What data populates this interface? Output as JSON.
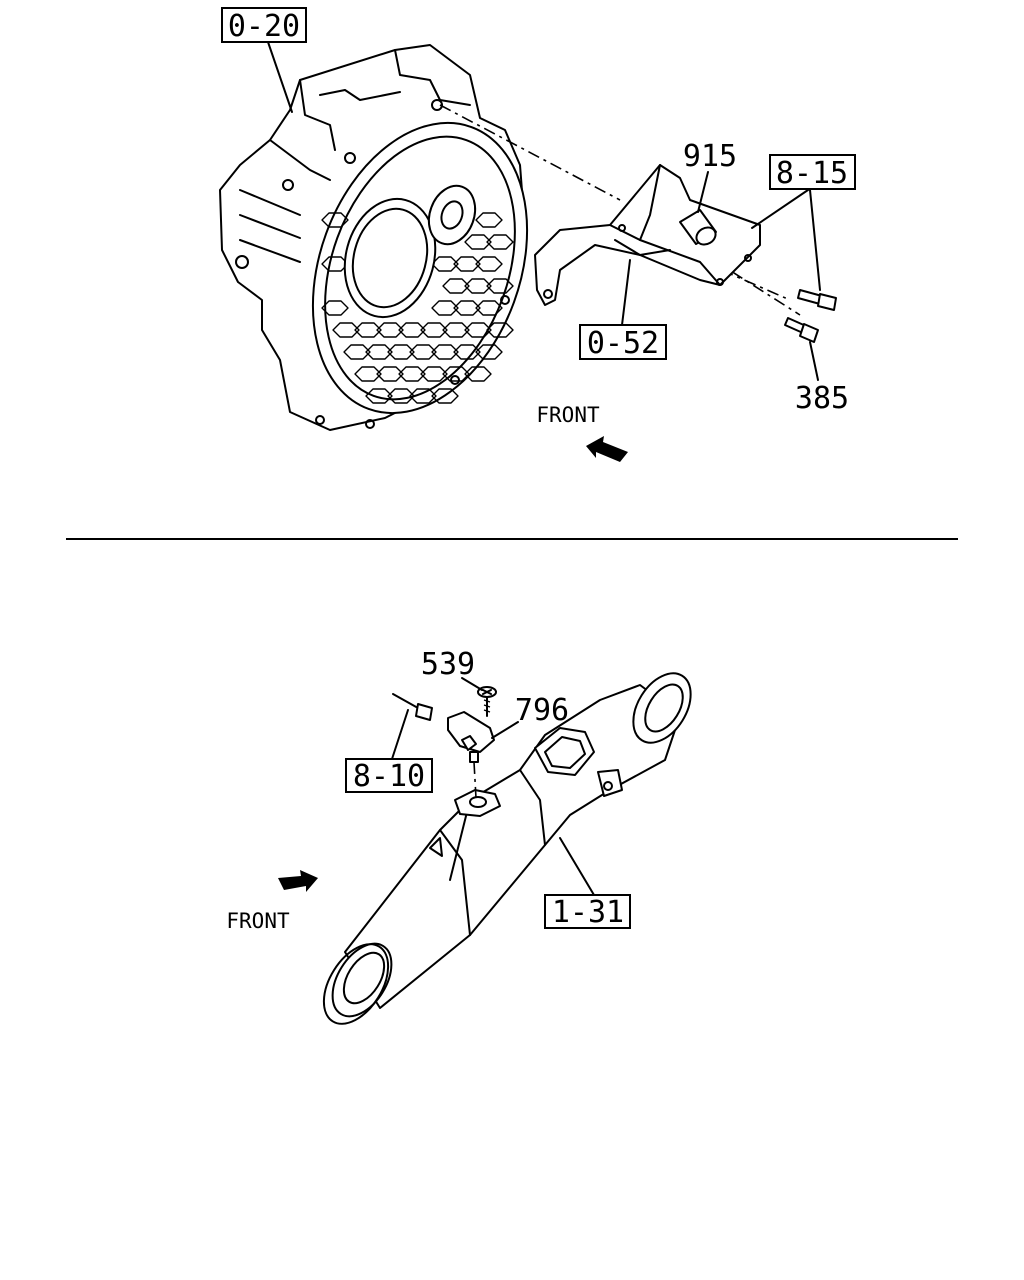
{
  "callouts": {
    "top_housing": "0-20",
    "top_bracket": "0-52",
    "top_bolt_group": "8-15",
    "bottom_harness": "8-10",
    "bottom_pipe": "1-31"
  },
  "part_numbers": {
    "bushing": "915",
    "bolt": "385",
    "screw": "539",
    "sensor": "796"
  },
  "direction_labels": {
    "top_front": "FRONT",
    "bottom_front": "FRONT"
  }
}
